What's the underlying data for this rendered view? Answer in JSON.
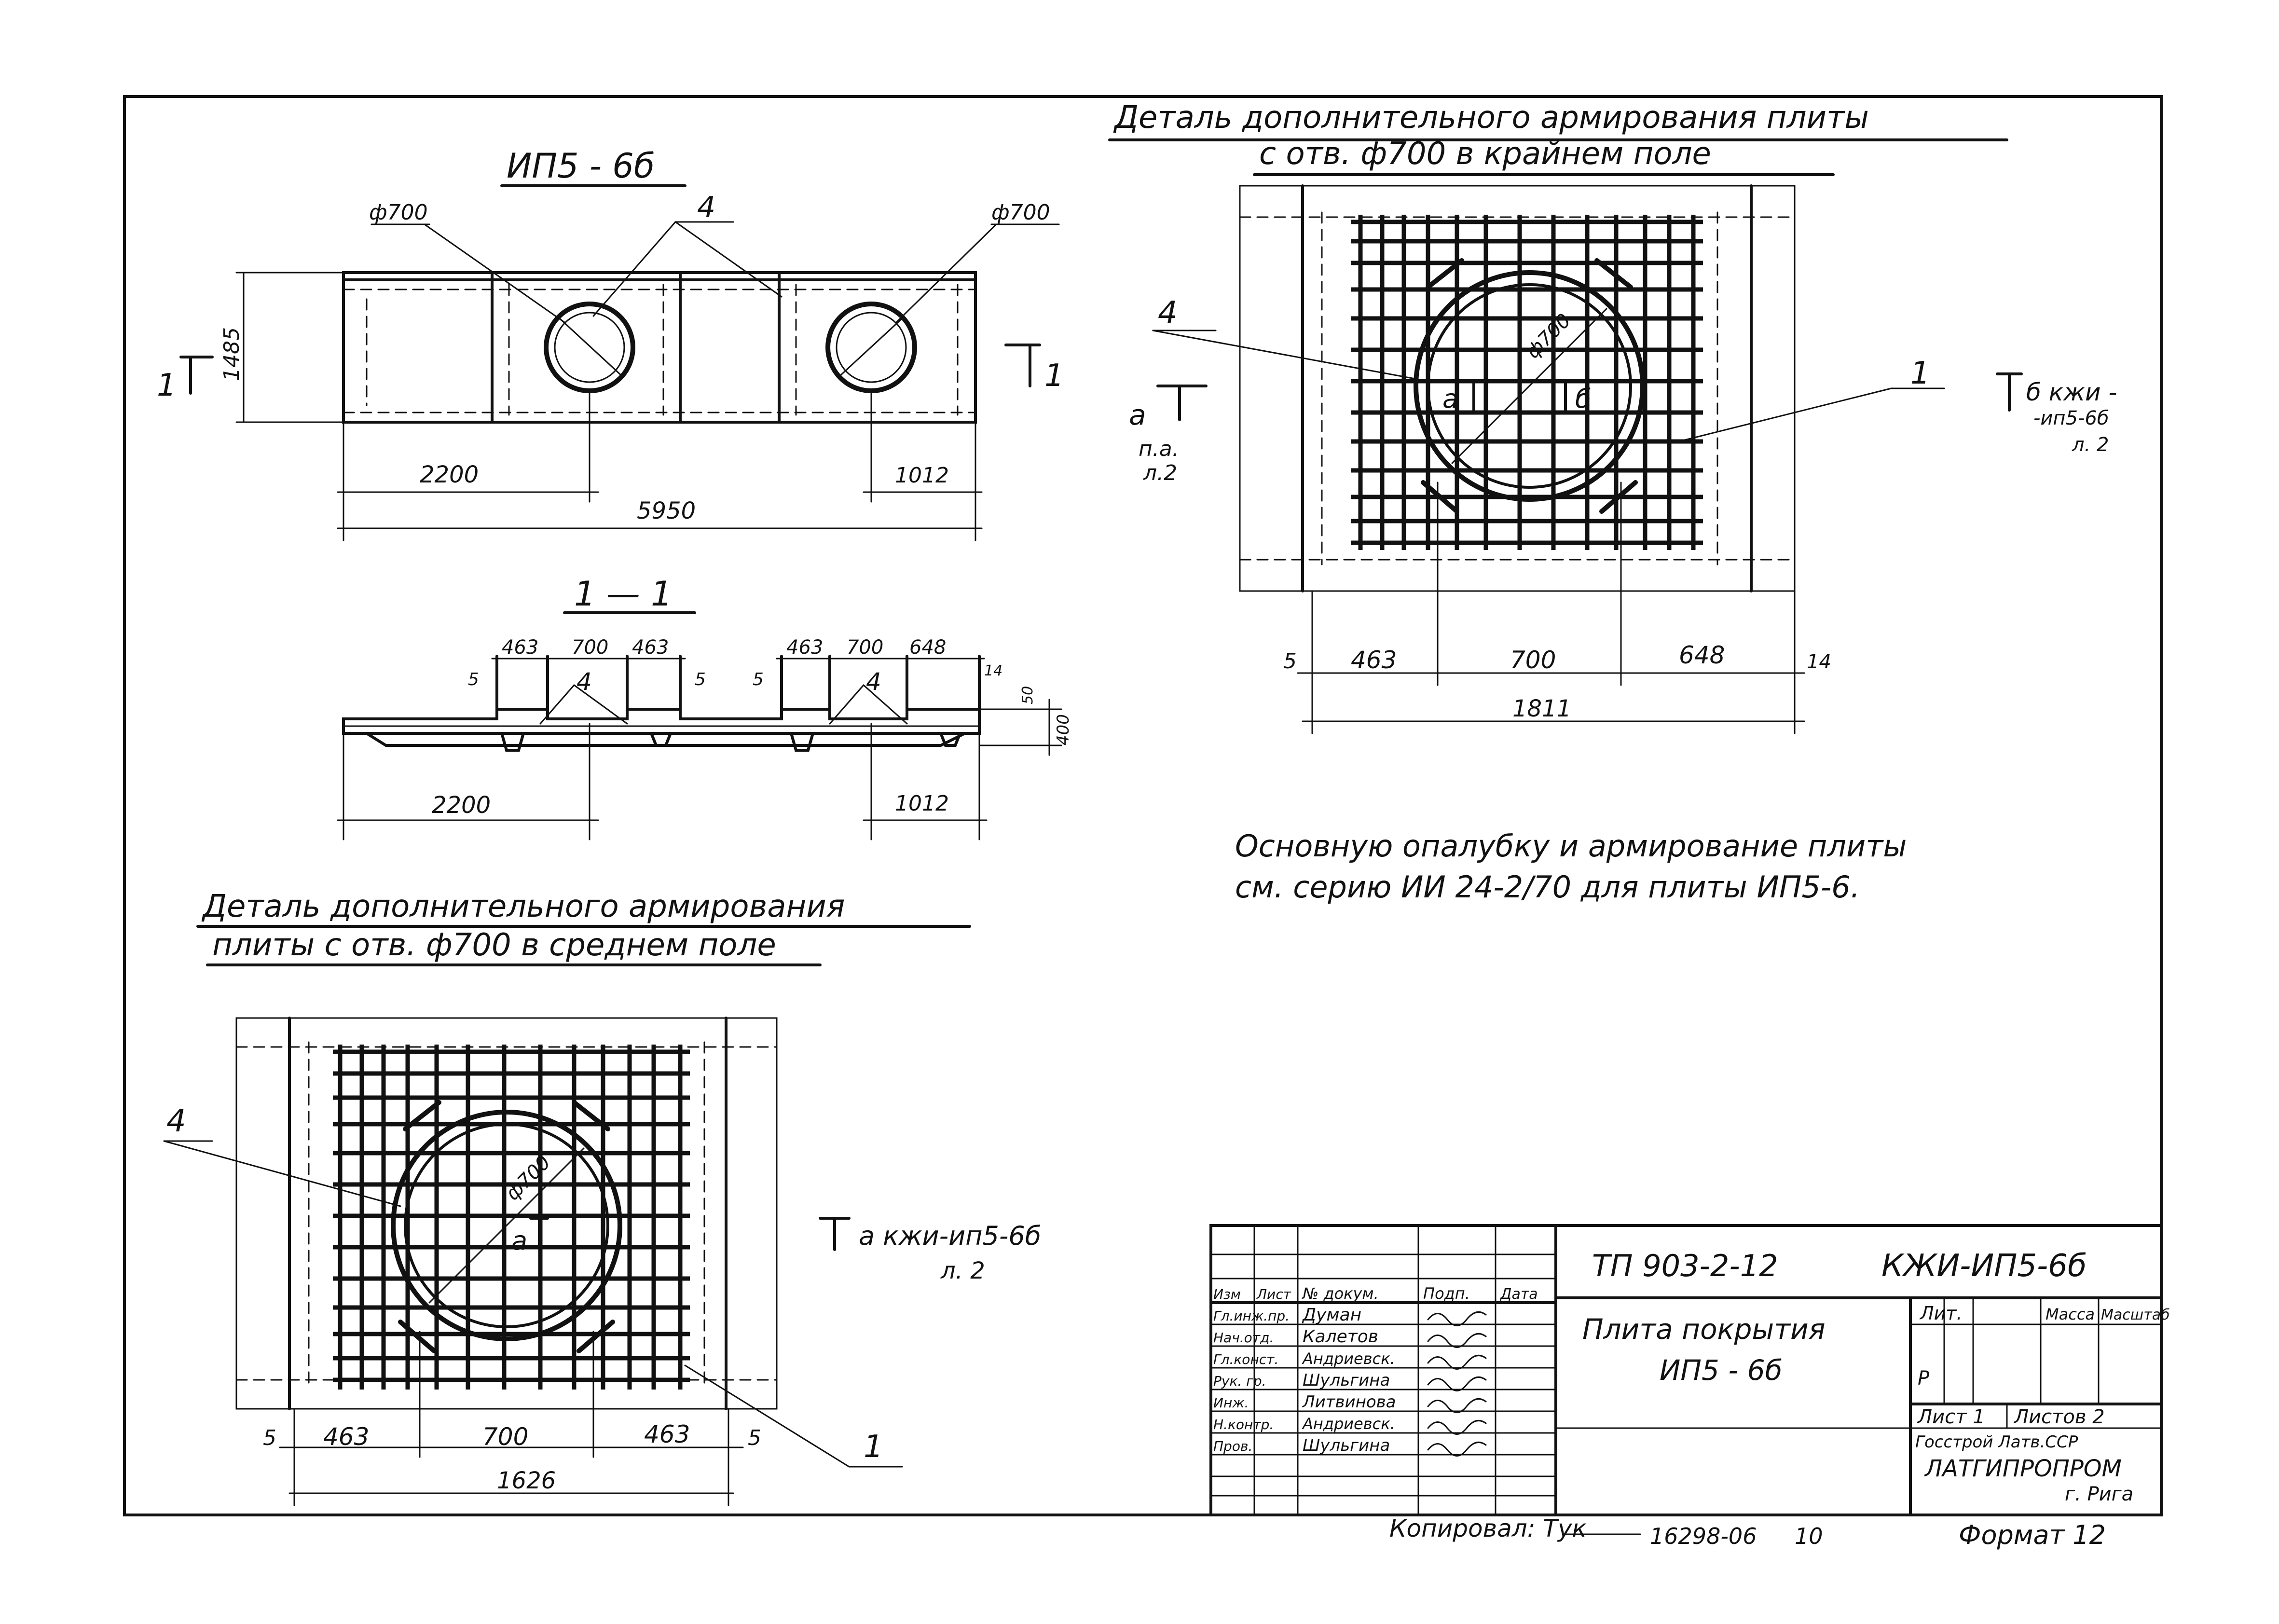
{
  "title_main": "ИП5 - 6б",
  "labels": {
    "phi700": "ф700",
    "phi700_b": "ф700",
    "num4": "4",
    "num1": "1",
    "sec1": "1",
    "sec1r": "1",
    "d1485": "1485",
    "d2200": "2200",
    "d1012": "1012",
    "d5950": "5950"
  },
  "section": {
    "title": "1 — 1",
    "dims_left": [
      "463",
      "700",
      "463"
    ],
    "dims_right": [
      "463",
      "700",
      "648"
    ],
    "d5a": "5",
    "d5b": "5",
    "d5c": "5",
    "d14": "14",
    "d50": "50",
    "d400": "400",
    "num4a": "4",
    "num4b": "4",
    "d2200": "2200",
    "d1012": "1012"
  },
  "detail_edge": {
    "title_line1": "Деталь дополнительного армирования плиты",
    "title_line2": "с отв. ф700 в крайнем поле",
    "phi": "ф700",
    "num4": "4",
    "num1": "1",
    "cut_a_letter": "а",
    "cut_a_note1": "п.а.",
    "cut_a_note2": "л.2",
    "cut_b_inner": "б",
    "cut_a_inner": "а",
    "cut_b_note1": "б кжи -",
    "cut_b_note2": "-ип5-6б",
    "cut_b_note3": "л. 2",
    "dims": [
      "5",
      "463",
      "700",
      "648",
      "14"
    ],
    "total": "1811"
  },
  "note": {
    "line1": "Основную опалубку и армирование плиты",
    "line2": "см. серию ИИ 24-2/70  для плиты ИП5-6."
  },
  "detail_mid": {
    "title_line1": "Деталь дополнительного армирования",
    "title_line2": "плиты с отв. ф700 в среднем поле",
    "phi": "ф700",
    "num4": "4",
    "num1": "1",
    "cut_inner": "а",
    "cut_note1": "а кжи-ип5-6б",
    "cut_note2": "л. 2",
    "dims": [
      "5",
      "463",
      "700",
      "463",
      "5"
    ],
    "total": "1626"
  },
  "title_block": {
    "doc_code": "ТП 903-2-12",
    "sheet_code": "КЖИ-ИП5-6б",
    "name_line1": "Плита покрытия",
    "name_line2": "ИП5 - 6б",
    "headers": [
      "Изм",
      "Лист",
      "№ докум.",
      "Подп.",
      "Дата"
    ],
    "rows": [
      {
        "role": "Гл.инж.пр.",
        "name": "Думан"
      },
      {
        "role": "Нач.отд.",
        "name": "Калетов"
      },
      {
        "role": "Гл.конст.",
        "name": "Андриевск."
      },
      {
        "role": "Рук. гр.",
        "name": "Шульгина"
      },
      {
        "role": "Инж.",
        "name": "Литвинова"
      },
      {
        "role": "Н.контр.",
        "name": "Андриевск."
      },
      {
        "role": "Пров.",
        "name": "Шульгина"
      }
    ],
    "lit_header": "Лит.",
    "mass_header": "Масса",
    "scale_header": "Масштаб",
    "lit_value": "Р",
    "sheet": "Лист 1",
    "sheets": "Листов 2",
    "org1": "Госстрой Латв.ССР",
    "org2": "ЛАТГИПРОПРОМ",
    "city": "г. Рига"
  },
  "footer": {
    "copied": "Копировал: Тук",
    "number": "16298-06",
    "page": "10",
    "format": "Формат 12"
  }
}
